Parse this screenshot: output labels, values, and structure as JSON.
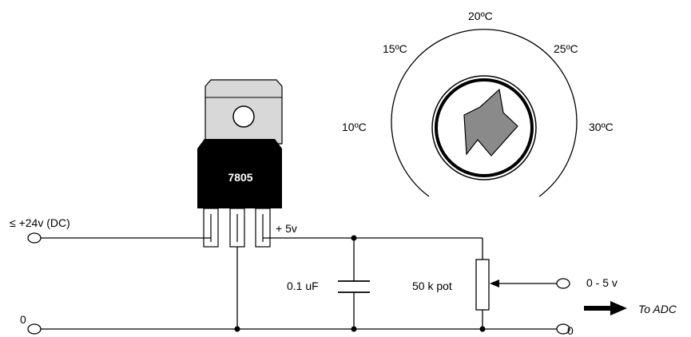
{
  "regulator": {
    "part_number": "7805"
  },
  "dial": {
    "scale": [
      "10ºC",
      "15ºC",
      "20ºC",
      "25ºC",
      "30ºC"
    ]
  },
  "terminals": {
    "input_label": "≤ +24v (DC)",
    "ground_left": "0",
    "ground_right": "0",
    "output_range": "0 - 5 v"
  },
  "components": {
    "regulator_output": "+ 5v",
    "capacitor": "0.1 uF",
    "potentiometer": "50 k pot"
  },
  "destination": "To ADC",
  "colors": {
    "line": "#000000",
    "heatsink": "#d8d8d8",
    "regulator_body": "#000000",
    "knob_pointer": "#8a8a8a"
  }
}
